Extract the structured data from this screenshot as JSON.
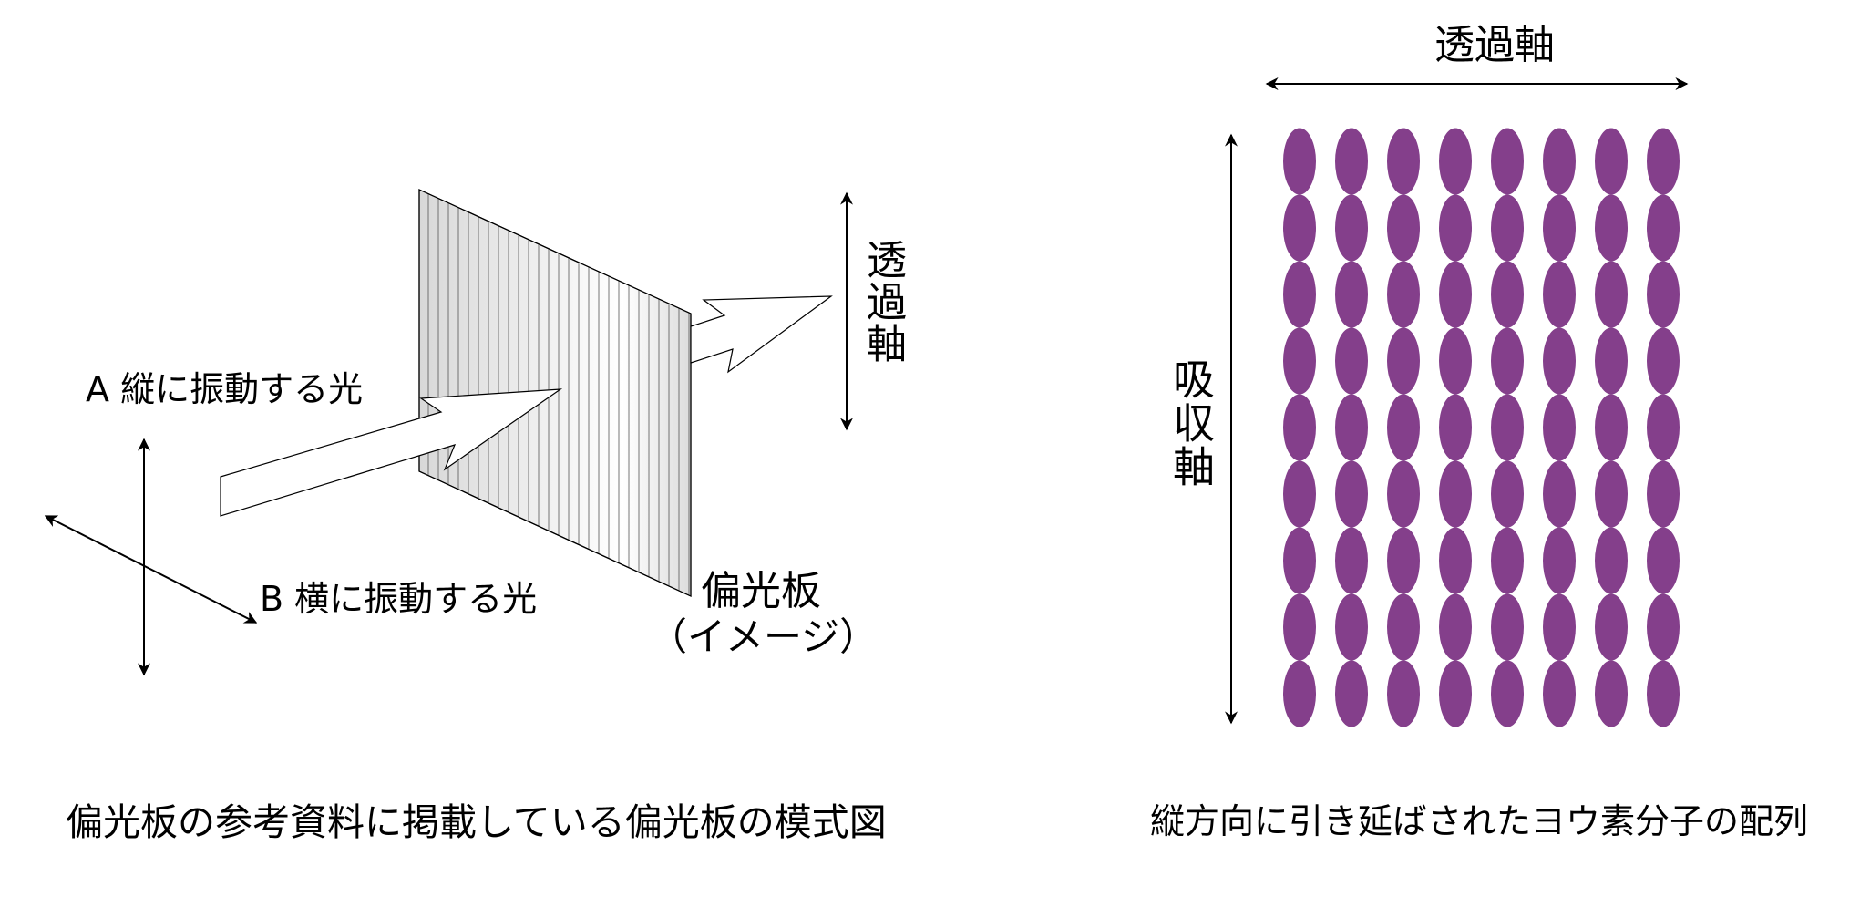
{
  "left_figure": {
    "label_a": "A 縦に振動する光",
    "label_b": "B 横に振動する光",
    "transmission_axis": "透過軸",
    "polarizer_label": "偏光板",
    "polarizer_note": "（イメージ）",
    "caption": "偏光板の参考資料に掲載している偏光板の模式図"
  },
  "right_figure": {
    "transmission_axis": "透過軸",
    "absorption_axis": "吸収軸",
    "caption": "縦方向に引き延ばされたヨウ素分子の配列",
    "molecule_grid": {
      "rows": 9,
      "columns": 8
    },
    "molecule_color": "#843f8b"
  }
}
